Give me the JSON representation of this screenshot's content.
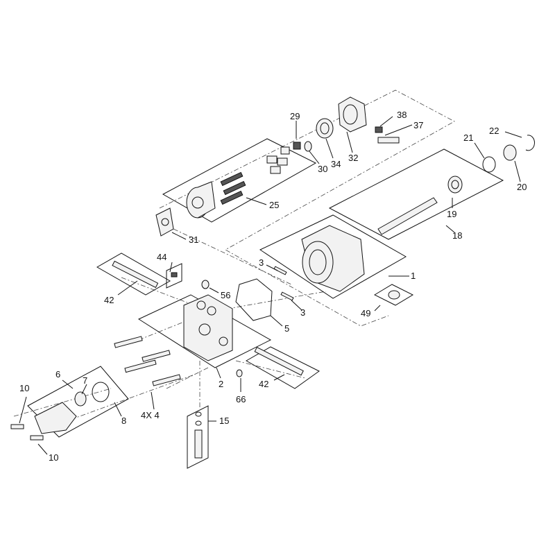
{
  "callouts": {
    "c1": "1",
    "c2": "2",
    "c3a": "3",
    "c3b": "3",
    "c4x4": "4X 4",
    "c5": "5",
    "c6": "6",
    "c7": "7",
    "c8": "8",
    "c10a": "10",
    "c10b": "10",
    "c15": "15",
    "c18": "18",
    "c19": "19",
    "c20": "20",
    "c21": "21",
    "c22": "22",
    "c25": "25",
    "c29": "29",
    "c30": "30",
    "c31": "31",
    "c32": "32",
    "c34": "34",
    "c37": "37",
    "c38": "38",
    "c42a": "42",
    "c42b": "42",
    "c44": "44",
    "c49": "49",
    "c56": "56",
    "c66": "66"
  }
}
